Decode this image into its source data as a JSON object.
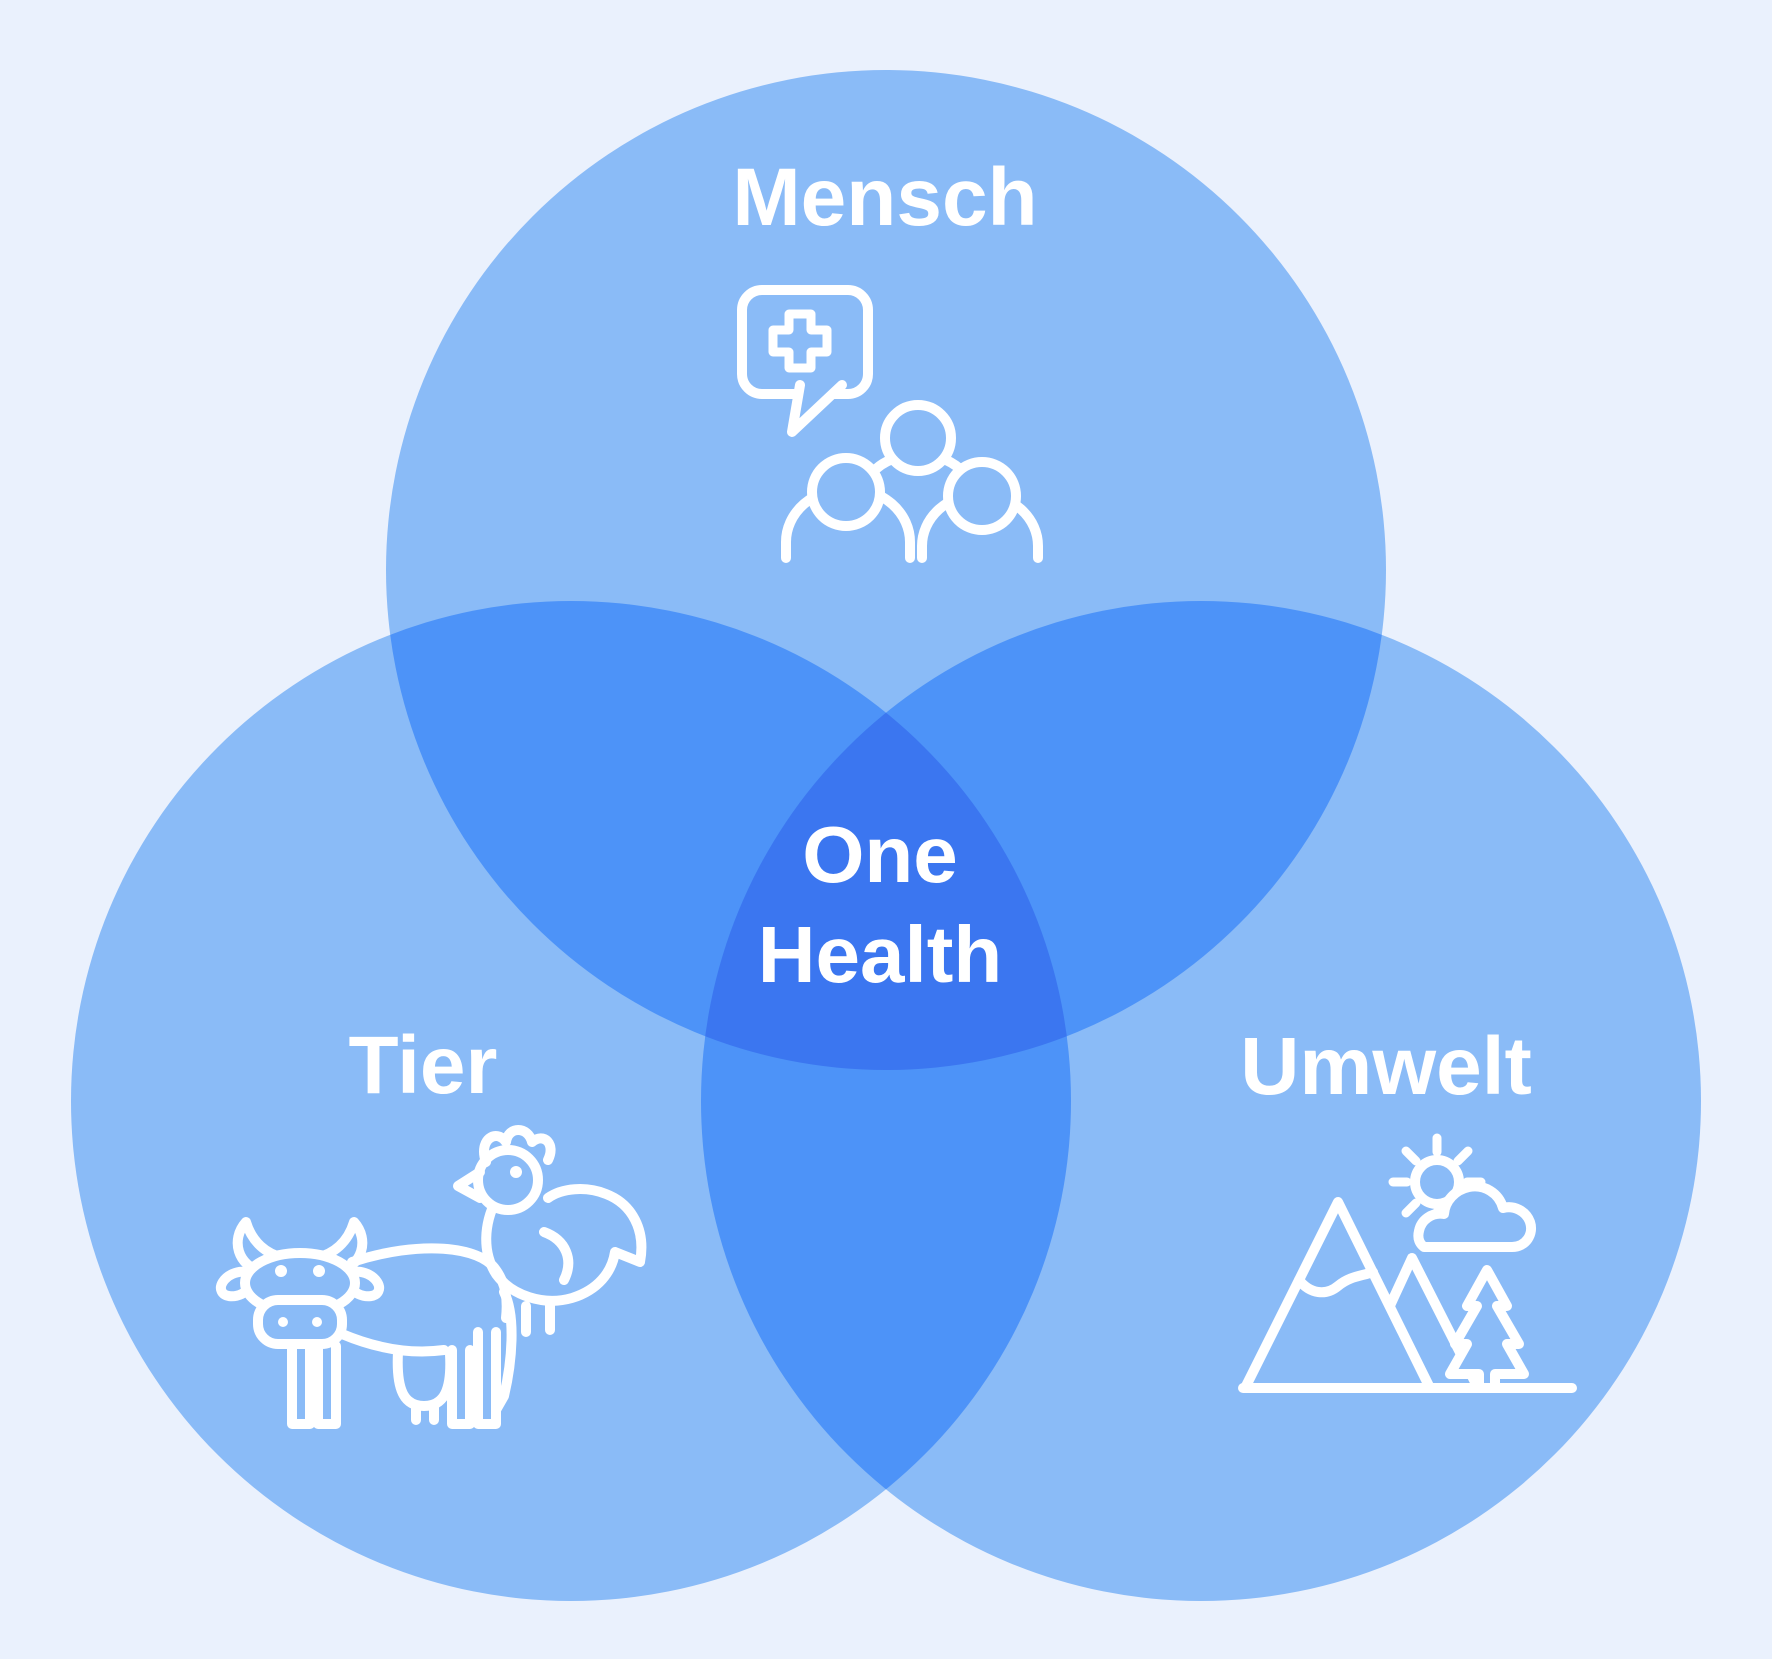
{
  "diagram": {
    "type": "venn",
    "center_label_line1": "One",
    "center_label_line2": "Health",
    "center_label": "One Health",
    "sets": [
      {
        "label": "Mensch",
        "icon": "people-with-medical-speech-bubble"
      },
      {
        "label": "Tier",
        "icon": "cow-and-chicken"
      },
      {
        "label": "Umwelt",
        "icon": "mountains-sun-cloud-tree"
      }
    ]
  },
  "colors": {
    "bg": "#eaf1fd",
    "single": "#8abbf7",
    "pair": "#4d93f8",
    "core": "#3b76f0",
    "stroke": "#ffffff",
    "text": "#ffffff"
  }
}
